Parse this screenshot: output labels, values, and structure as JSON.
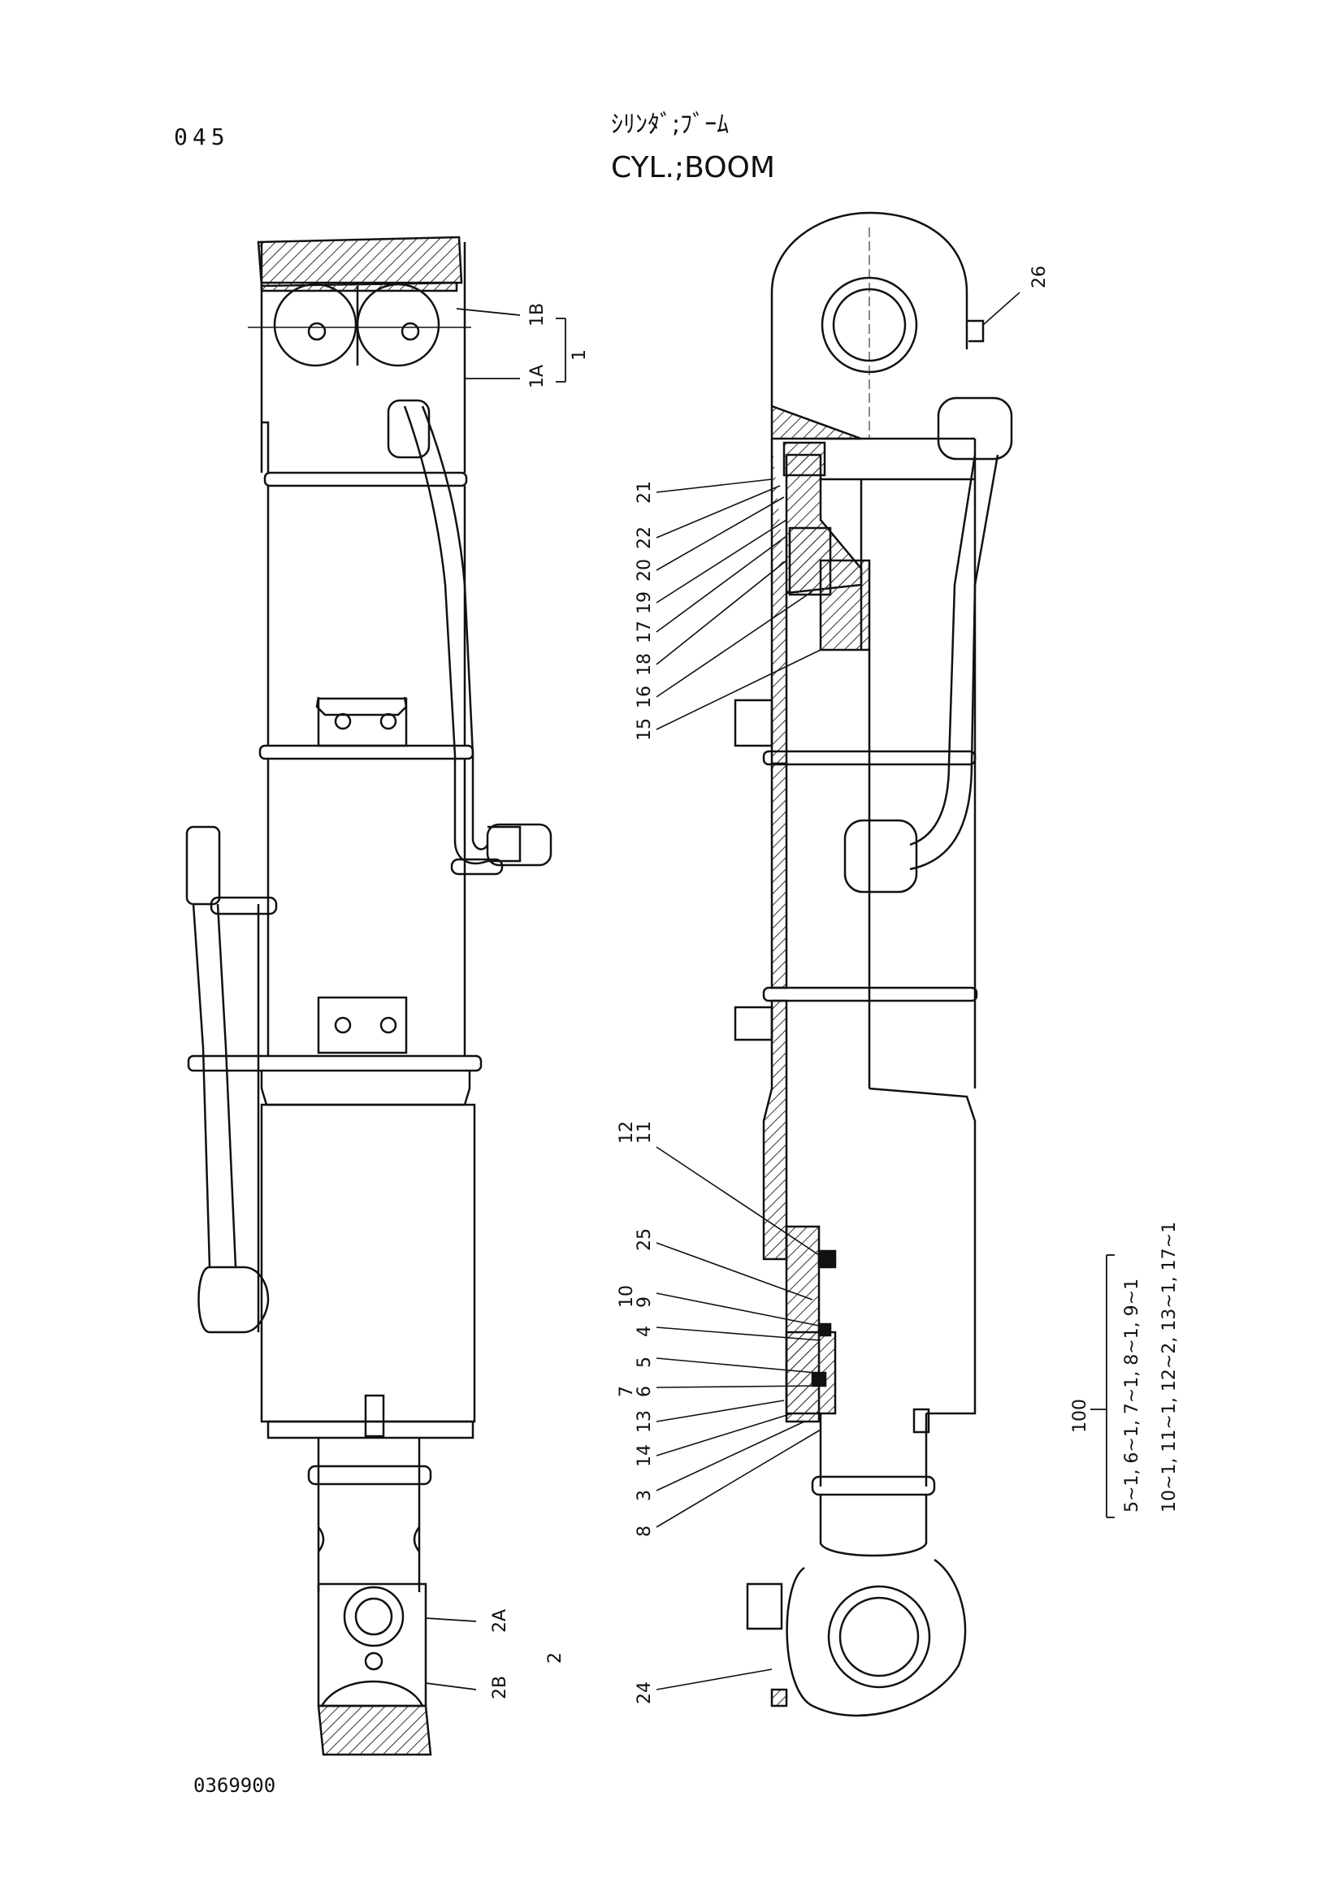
{
  "header": {
    "page_number": "045",
    "title_jp": "ｼﾘﾝﾀﾞ;ﾌﾞｰﾑ",
    "title_en": "CYL.;BOOM"
  },
  "footer": {
    "drawing_id": "0369900"
  },
  "callouts_left": [
    "1B",
    "1A",
    "1",
    "2A",
    "2B",
    "2"
  ],
  "callouts_right_upper": [
    "26",
    "21",
    "22",
    "20",
    "19",
    "17",
    "18",
    "16",
    "15"
  ],
  "callouts_right_lower": [
    "12",
    "11",
    "25",
    "10",
    "9",
    "4",
    "5",
    "7",
    "6",
    "13",
    "14",
    "3",
    "8",
    "24"
  ],
  "kit": {
    "number": "100",
    "line1": "5~1, 6~1, 7~1, 8~1, 9~1",
    "line2": "10~1, 11~1, 12~2, 13~1, 17~1"
  },
  "colors": {
    "line": "#111111",
    "hatch": "#333333",
    "paper": "#ffffff"
  }
}
